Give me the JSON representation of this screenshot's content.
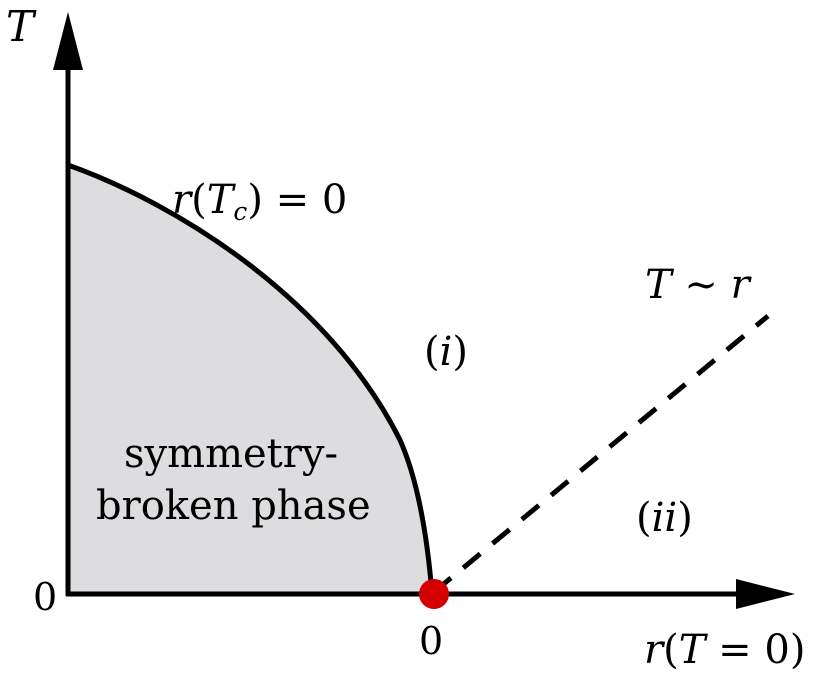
{
  "diagram": {
    "type": "phase-diagram",
    "axes": {
      "y_label": "T",
      "x_label_prefix": "r(",
      "x_label_var": "T",
      "x_label_suffix": " = 0)",
      "y_origin_tick": "0",
      "x_critical_tick": "0"
    },
    "annotations": {
      "critical_line": {
        "prefix": "r(",
        "var": "T",
        "sub": "c",
        "suffix": ") = 0"
      },
      "scaling_line": {
        "lhs": "T",
        "op": " ∼ ",
        "rhs": "r"
      },
      "region_i": {
        "open": "(",
        "text": "i",
        "close": ")"
      },
      "region_ii": {
        "open": "(",
        "text": "ii",
        "close": ")"
      },
      "phase_line1": "symmetry-",
      "phase_line2": "broken phase"
    },
    "colors": {
      "phase_fill": "#dddcdf",
      "line": "#000000",
      "critical_point": "#d40000",
      "background": "#ffffff"
    }
  }
}
